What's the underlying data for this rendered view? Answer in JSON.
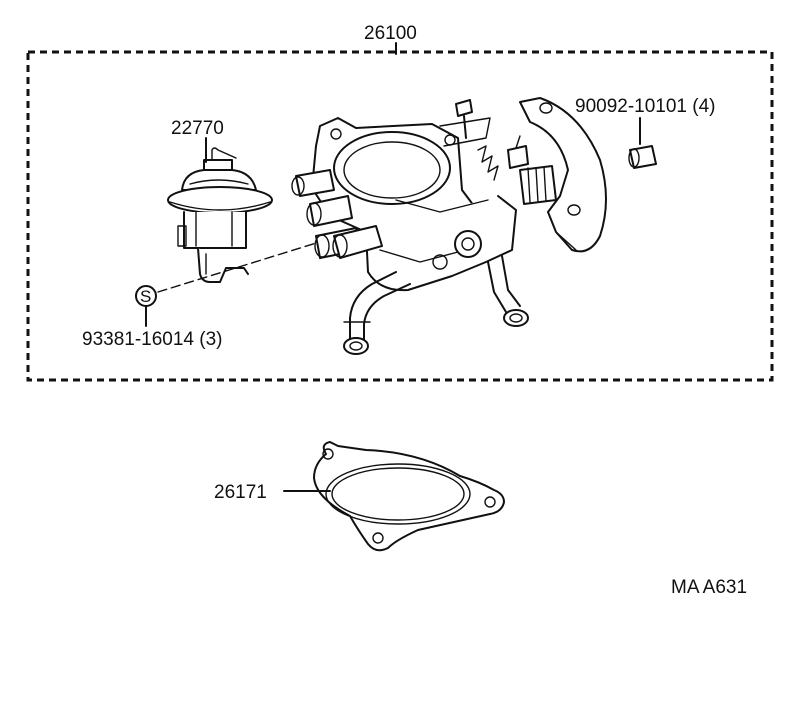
{
  "diagram": {
    "assembly_label": "26100",
    "parts": [
      {
        "id": "22770",
        "label": "22770"
      },
      {
        "id": "90092-10101",
        "label": "90092-10101 (4)"
      },
      {
        "id": "93381-16014",
        "label": "93381-16014 (3)"
      },
      {
        "id": "26171",
        "label": "26171"
      }
    ],
    "screw_symbol": "S",
    "figure_code": "MA A631"
  }
}
